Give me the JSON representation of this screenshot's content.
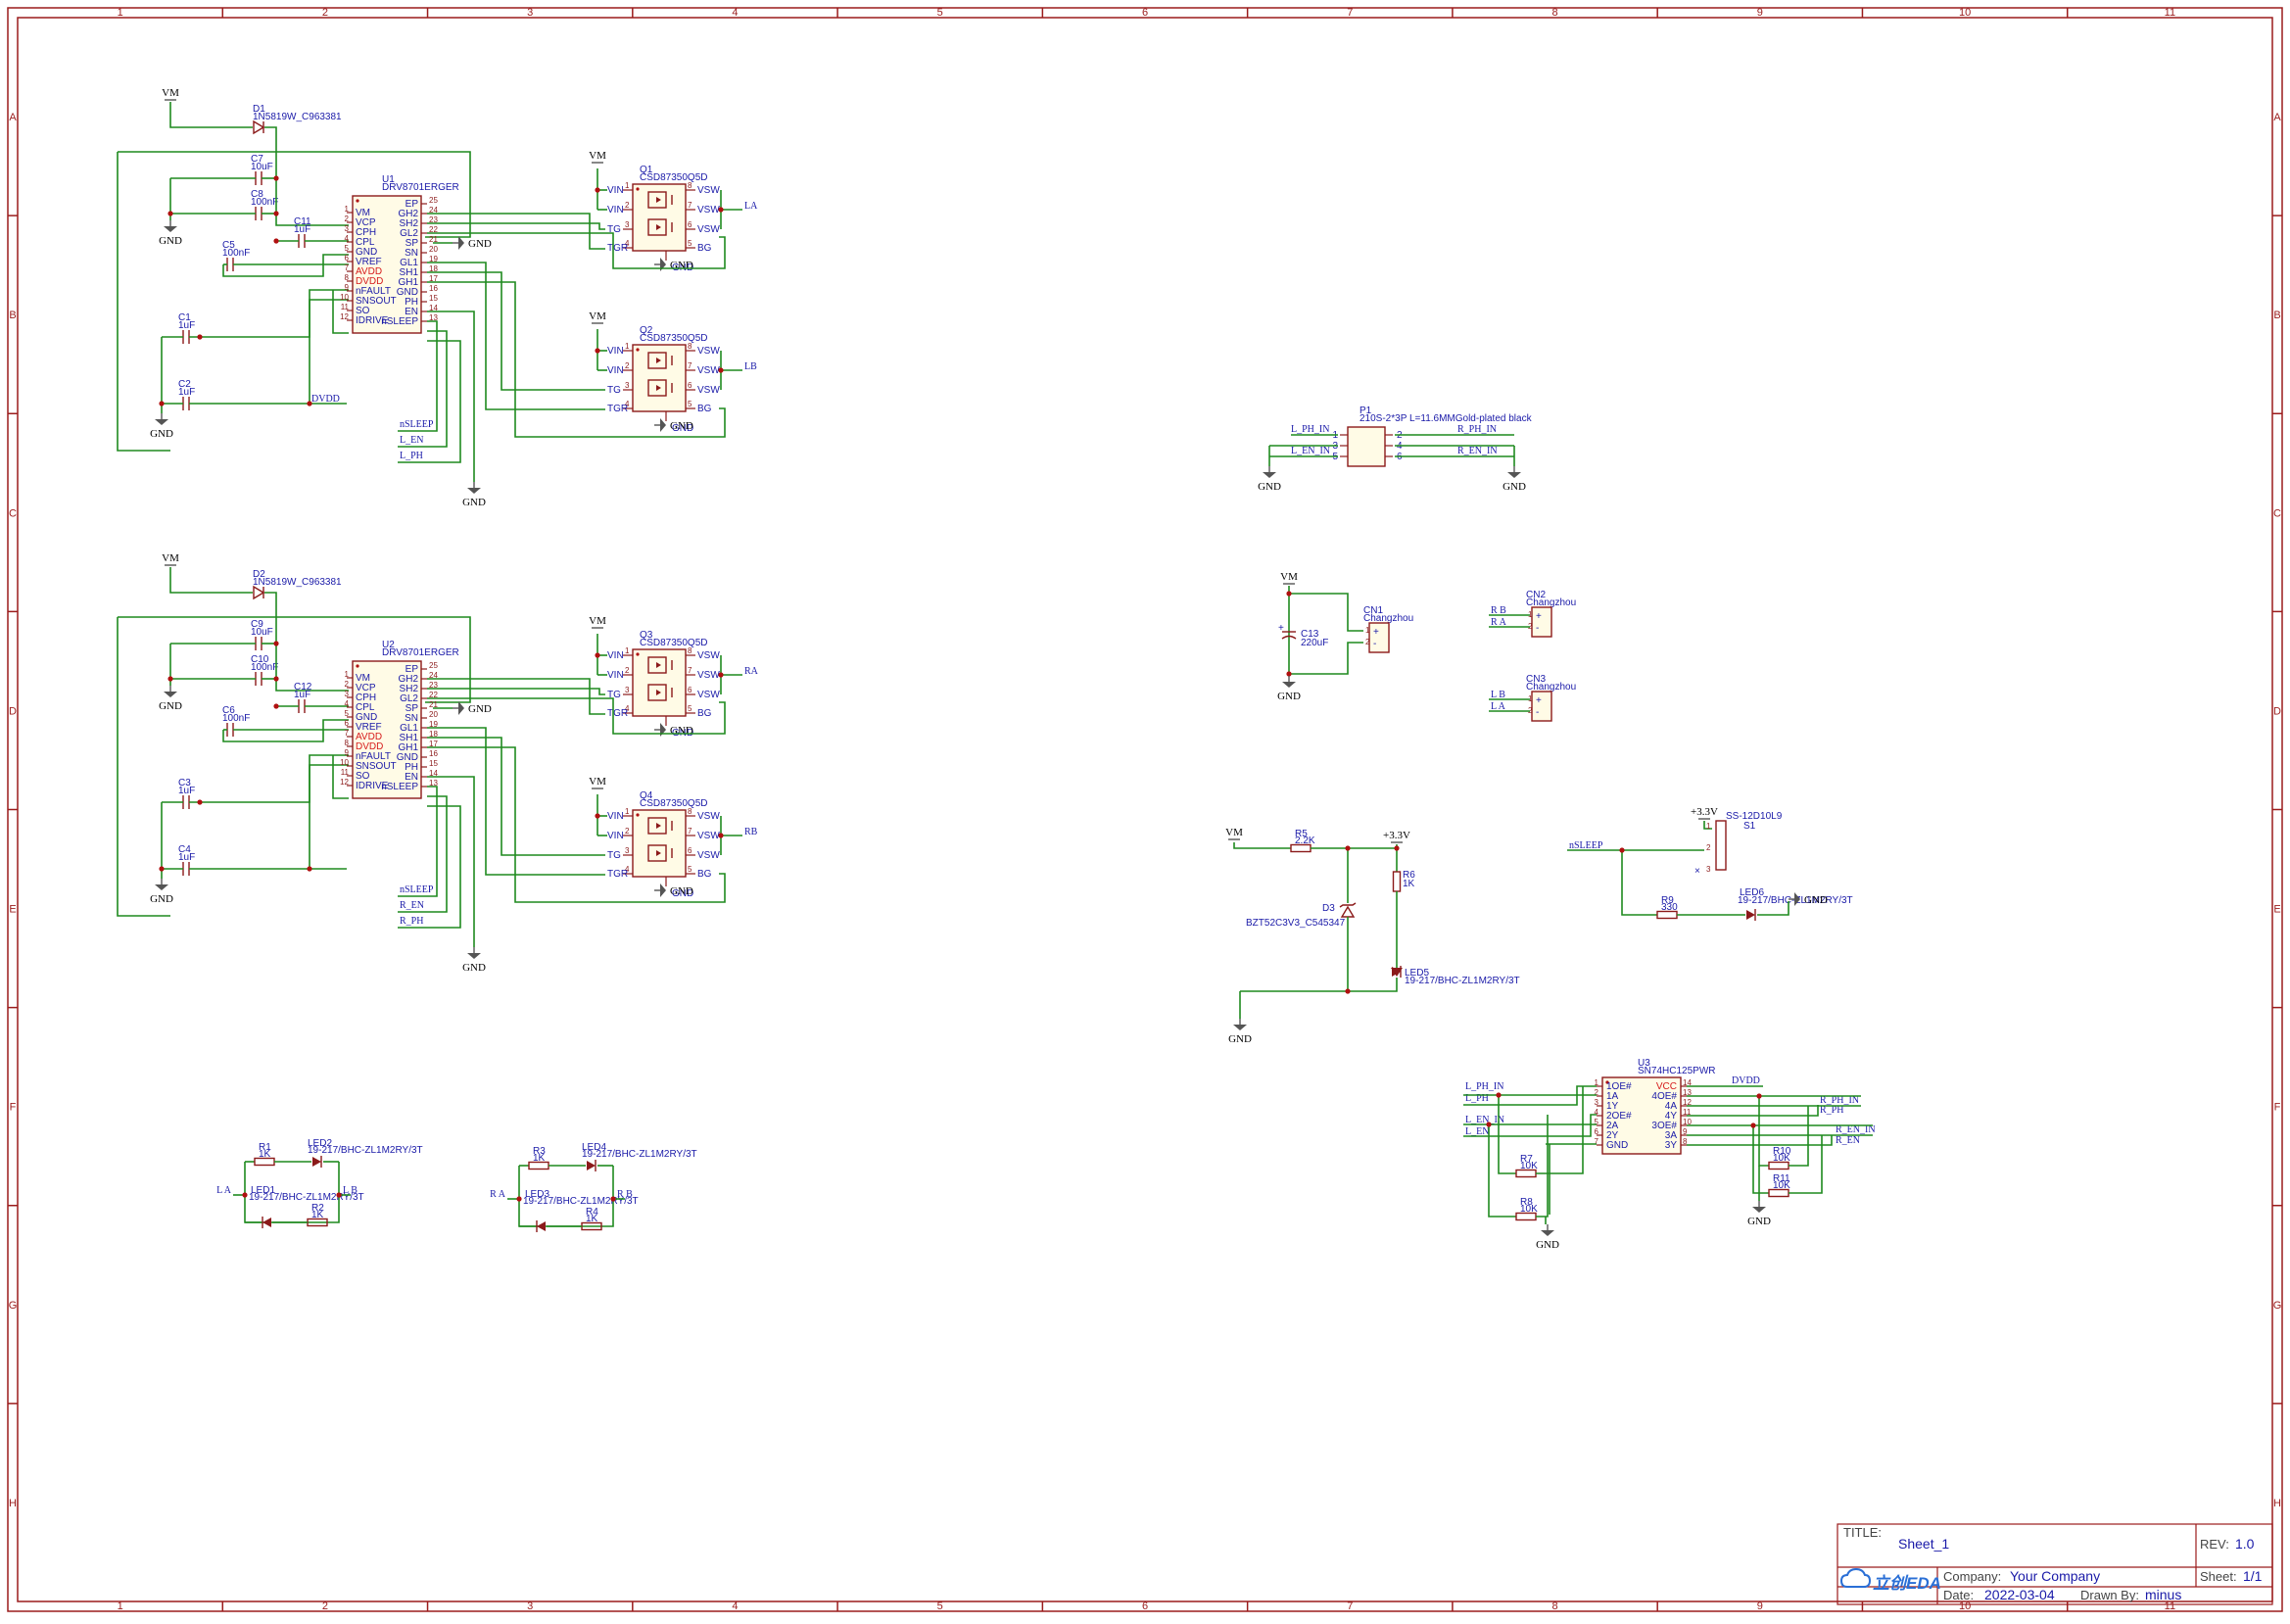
{
  "frame": {
    "columns": [
      "1",
      "2",
      "3",
      "4",
      "5",
      "6",
      "7",
      "8",
      "9",
      "10",
      "11"
    ],
    "rows": [
      "A",
      "B",
      "C",
      "D",
      "E",
      "F",
      "G",
      "H"
    ]
  },
  "title_block": {
    "title_label": "TITLE:",
    "title": "Sheet_1",
    "rev_label": "REV:",
    "rev": "1.0",
    "company_label": "Company:",
    "company": "Your Company",
    "sheet_label": "Sheet:",
    "sheet": "1/1",
    "date_label": "Date:",
    "date": "2022-03-04",
    "drawn_label": "Drawn By:",
    "drawn": "minus",
    "logo": "立创EDA"
  },
  "drivers": [
    {
      "ref": "U1",
      "part": "DRV8701ERGER",
      "diode_ref": "D1",
      "diode_part": "1N5819W_C963381",
      "caps": [
        [
          "C7",
          "10uF"
        ],
        [
          "C8",
          "100nF"
        ],
        [
          "C11",
          "1uF"
        ],
        [
          "C5",
          "100nF"
        ],
        [
          "C1",
          "1uF"
        ],
        [
          "C2",
          "1uF"
        ]
      ],
      "nets": [
        "nSLEEP",
        "L_EN",
        "L_PH"
      ],
      "dvdd": "DVDD",
      "fets": [
        {
          "ref": "Q1",
          "part": "CSD87350Q5D",
          "out": "LA"
        },
        {
          "ref": "Q2",
          "part": "CSD87350Q5D",
          "out": "LB"
        }
      ]
    },
    {
      "ref": "U2",
      "part": "DRV8701ERGER",
      "diode_ref": "D2",
      "diode_part": "1N5819W_C963381",
      "caps": [
        [
          "C9",
          "10uF"
        ],
        [
          "C10",
          "100nF"
        ],
        [
          "C12",
          "1uF"
        ],
        [
          "C6",
          "100nF"
        ],
        [
          "C3",
          "1uF"
        ],
        [
          "C4",
          "1uF"
        ]
      ],
      "nets": [
        "nSLEEP",
        "R_EN",
        "R_PH"
      ],
      "dvdd": "",
      "fets": [
        {
          "ref": "Q3",
          "part": "CSD87350Q5D",
          "out": "RA"
        },
        {
          "ref": "Q4",
          "part": "CSD87350Q5D",
          "out": "RB"
        }
      ]
    }
  ],
  "drv_pins_left": [
    [
      "1",
      "VM"
    ],
    [
      "2",
      "VCP"
    ],
    [
      "3",
      "CPH"
    ],
    [
      "4",
      "CPL"
    ],
    [
      "5",
      "GND"
    ],
    [
      "6",
      "VREF"
    ],
    [
      "7",
      "AVDD"
    ],
    [
      "8",
      "DVDD"
    ],
    [
      "9",
      "nFAULT"
    ],
    [
      "10",
      "SNSOUT"
    ],
    [
      "11",
      "SO"
    ],
    [
      "12",
      "IDRIVE"
    ]
  ],
  "drv_pins_right": [
    [
      "25",
      "EP"
    ],
    [
      "24",
      "GH2"
    ],
    [
      "23",
      "SH2"
    ],
    [
      "22",
      "GL2"
    ],
    [
      "21",
      "SP"
    ],
    [
      "20",
      "SN"
    ],
    [
      "19",
      "GL1"
    ],
    [
      "18",
      "SH1"
    ],
    [
      "17",
      "GH1"
    ],
    [
      "16",
      "GND"
    ],
    [
      "15",
      "PH"
    ],
    [
      "14",
      "EN"
    ],
    [
      "13",
      "nSLEEP"
    ]
  ],
  "fet_pins_left": [
    [
      "1",
      "VIN"
    ],
    [
      "2",
      "VIN"
    ],
    [
      "3",
      "TG"
    ],
    [
      "4",
      "TGR"
    ]
  ],
  "fet_pins_right": [
    [
      "8",
      "VSW"
    ],
    [
      "7",
      "VSW"
    ],
    [
      "6",
      "VSW"
    ],
    [
      "5",
      "BG"
    ]
  ],
  "fet_gnd": "GND",
  "power": {
    "vm": "VM",
    "gnd": "GND",
    "v33": "+3.3V"
  },
  "p1": {
    "ref": "P1",
    "part": "210S-2*3P L=11.6MMGold-plated black",
    "left": [
      [
        "1",
        "L_PH_IN"
      ],
      [
        "3",
        ""
      ],
      [
        "5",
        "L_EN_IN"
      ]
    ],
    "right": [
      [
        "2",
        "R_PH_IN"
      ],
      [
        "4",
        ""
      ],
      [
        "6",
        "R_EN_IN"
      ]
    ]
  },
  "c13": {
    "ref": "C13",
    "value": "220uF"
  },
  "connectors": [
    {
      "ref": "CN1",
      "part": "Changzhou",
      "nets": [
        "",
        ""
      ]
    },
    {
      "ref": "CN2",
      "part": "Changzhou",
      "nets": [
        "R B",
        "R A"
      ]
    },
    {
      "ref": "CN3",
      "part": "Changzhou",
      "nets": [
        "L B",
        "L A"
      ]
    }
  ],
  "reg": {
    "r5": "R5",
    "r5v": "2.2K",
    "r6": "R6",
    "r6v": "1K",
    "d3": "D3",
    "d3v": "BZT52C3V3_C545347",
    "led5": "LED5",
    "led5v": "19-217/BHC-ZL1M2RY/3T"
  },
  "switch": {
    "ref": "S1",
    "part": "SS-12D10L9",
    "net": "nSLEEP",
    "r9": "R9",
    "r9v": "330",
    "led6": "LED6",
    "led6v": "19-217/BHC-ZL1M2RY/3T"
  },
  "u3": {
    "ref": "U3",
    "part": "SN74HC125PWR",
    "dvdd": "DVDD",
    "left": [
      [
        "1",
        "1OE#"
      ],
      [
        "2",
        "1A"
      ],
      [
        "3",
        "1Y"
      ],
      [
        "4",
        "2OE#"
      ],
      [
        "5",
        "2A"
      ],
      [
        "6",
        "2Y"
      ],
      [
        "7",
        "GND"
      ]
    ],
    "right": [
      [
        "14",
        "VCC"
      ],
      [
        "13",
        "4OE#"
      ],
      [
        "12",
        "4A"
      ],
      [
        "11",
        "4Y"
      ],
      [
        "10",
        "3OE#"
      ],
      [
        "9",
        "3A"
      ],
      [
        "8",
        "3Y"
      ]
    ],
    "lnets": [
      "L_PH_IN",
      "L_PH",
      "L_EN_IN",
      "L_EN"
    ],
    "rnets": [
      "R_PH_IN",
      "R_PH",
      "R_EN_IN",
      "R_EN"
    ],
    "res": [
      [
        "R7",
        "10K"
      ],
      [
        "R8",
        "10K"
      ],
      [
        "R10",
        "10K"
      ],
      [
        "R11",
        "10K"
      ]
    ]
  },
  "led_groups": [
    {
      "r1": "R1",
      "r1v": "1K",
      "r2": "R2",
      "r2v": "1K",
      "ledA": "LED2",
      "ledB": "LED1",
      "ledv": "19-217/BHC-ZL1M2RY/3T",
      "netL": "L A",
      "netR": "L B"
    },
    {
      "r1": "R3",
      "r1v": "1K",
      "r2": "R4",
      "r2v": "1K",
      "ledA": "LED4",
      "ledB": "LED3",
      "ledv": "19-217/BHC-ZL1M2RY/3T",
      "netL": "R A",
      "netR": "R B"
    }
  ]
}
